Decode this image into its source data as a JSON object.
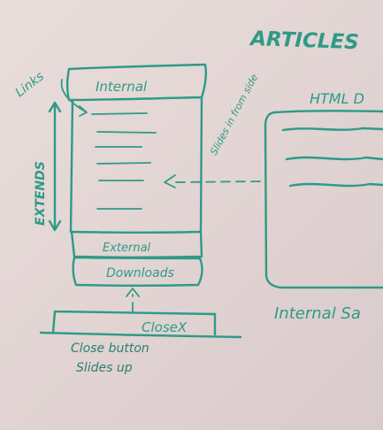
{
  "sketch": {
    "title": "ARTICLES",
    "nav": {
      "tab_internal": "Internal",
      "tab_external": "External",
      "tab_downloads": "Downloads",
      "close_button": "CloseX"
    },
    "annotations": {
      "links": "Links",
      "extends": "EXTENDS",
      "slides_in": "Slides in from side",
      "close_note_line1": "Close button",
      "close_note_line2": "Slides up"
    },
    "panel": {
      "header": "HTML D",
      "caption": "Internal Sa"
    }
  }
}
